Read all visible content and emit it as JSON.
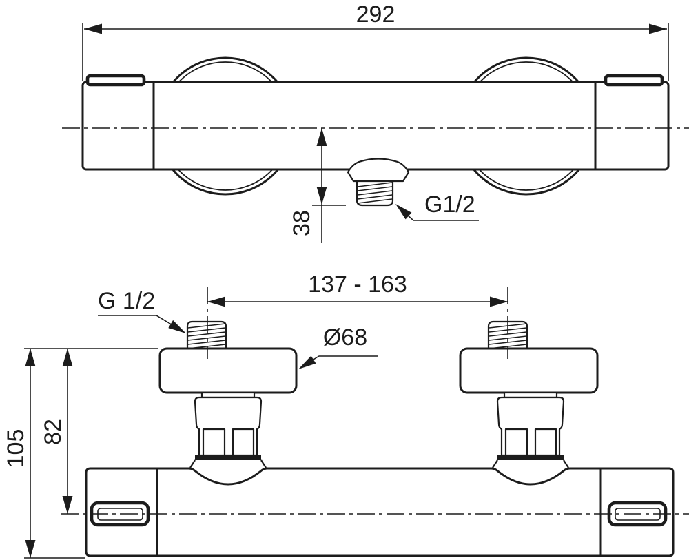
{
  "drawing": {
    "description": "Two-view dimension drawing of a thermostatic shower mixer bar",
    "colors": {
      "line": "#1c1c1c",
      "background": "#ffffff"
    },
    "top_view": {
      "dimensions": {
        "overall_width": "292",
        "outlet_offset": "38",
        "outlet_thread": "G1/2"
      }
    },
    "front_view": {
      "dimensions": {
        "inlet_spacing_range": "137 - 163",
        "inlet_thread": "G 1/2",
        "escutcheon_diameter": "Ø68",
        "height_to_axis": "82",
        "overall_height": "105"
      }
    }
  }
}
